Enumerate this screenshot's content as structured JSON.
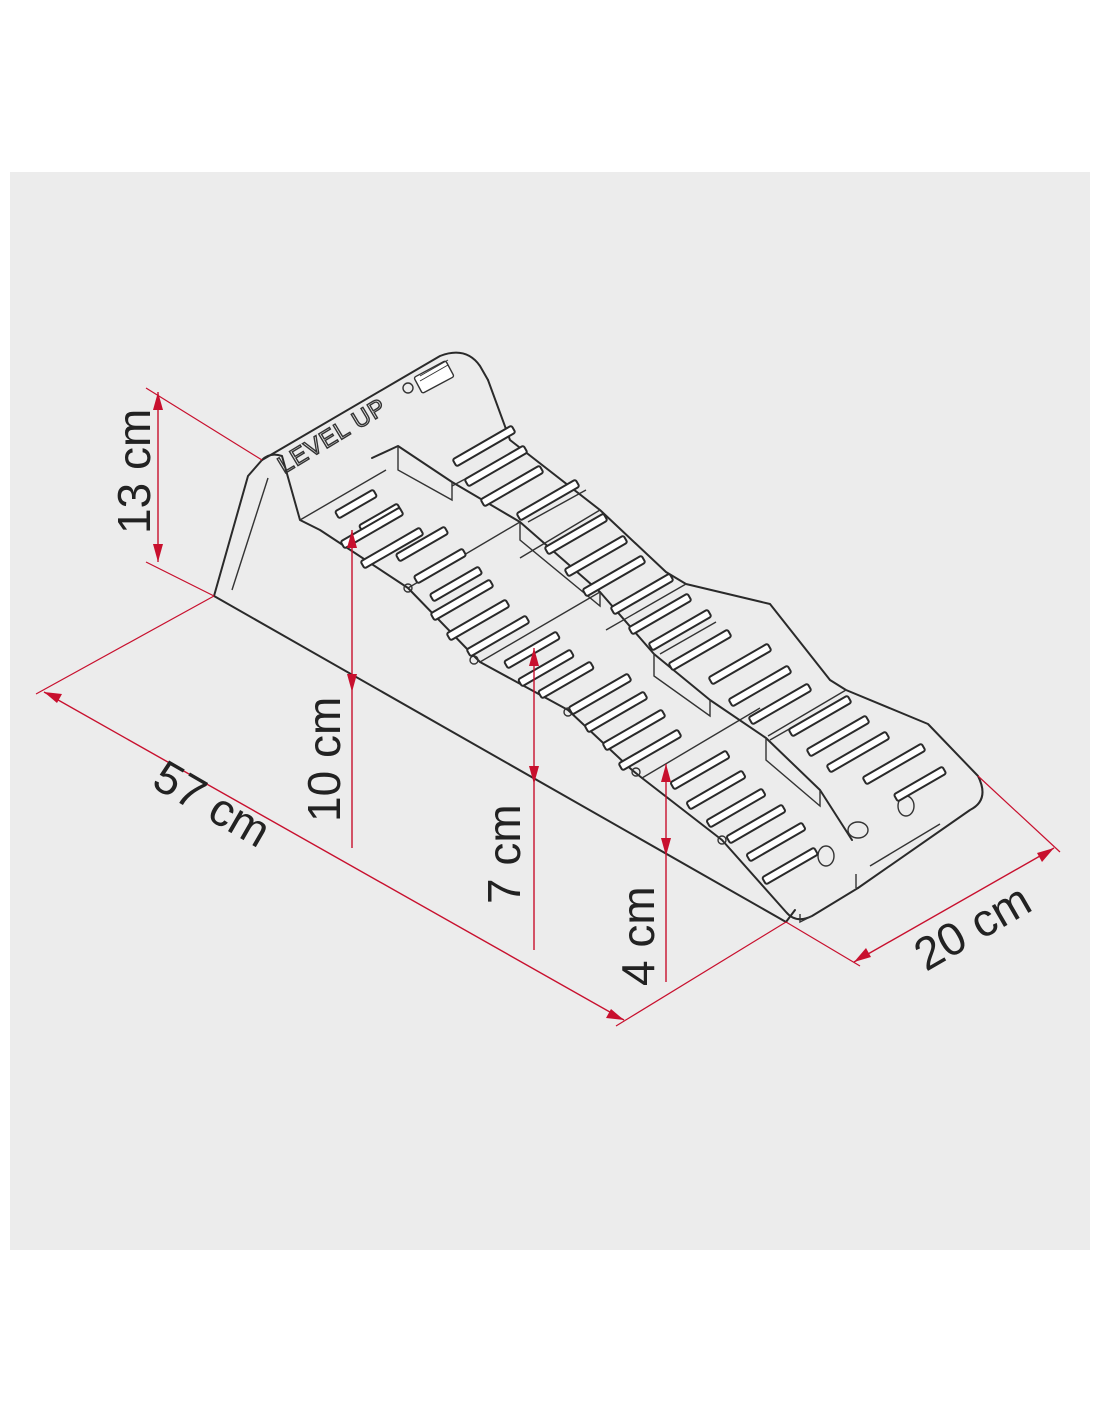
{
  "colors": {
    "background": "#ffffff",
    "panel": "#ececec",
    "dimension_line": "#c8102e",
    "outline": "#2a2a2a",
    "text": "#222222"
  },
  "product": {
    "brand_label": "LEVEL UP"
  },
  "dimensions": {
    "length": "57 cm",
    "width": "20 cm",
    "height_top": "13 cm",
    "step_1": "10 cm",
    "step_2": "7 cm",
    "step_3": "4 cm"
  }
}
